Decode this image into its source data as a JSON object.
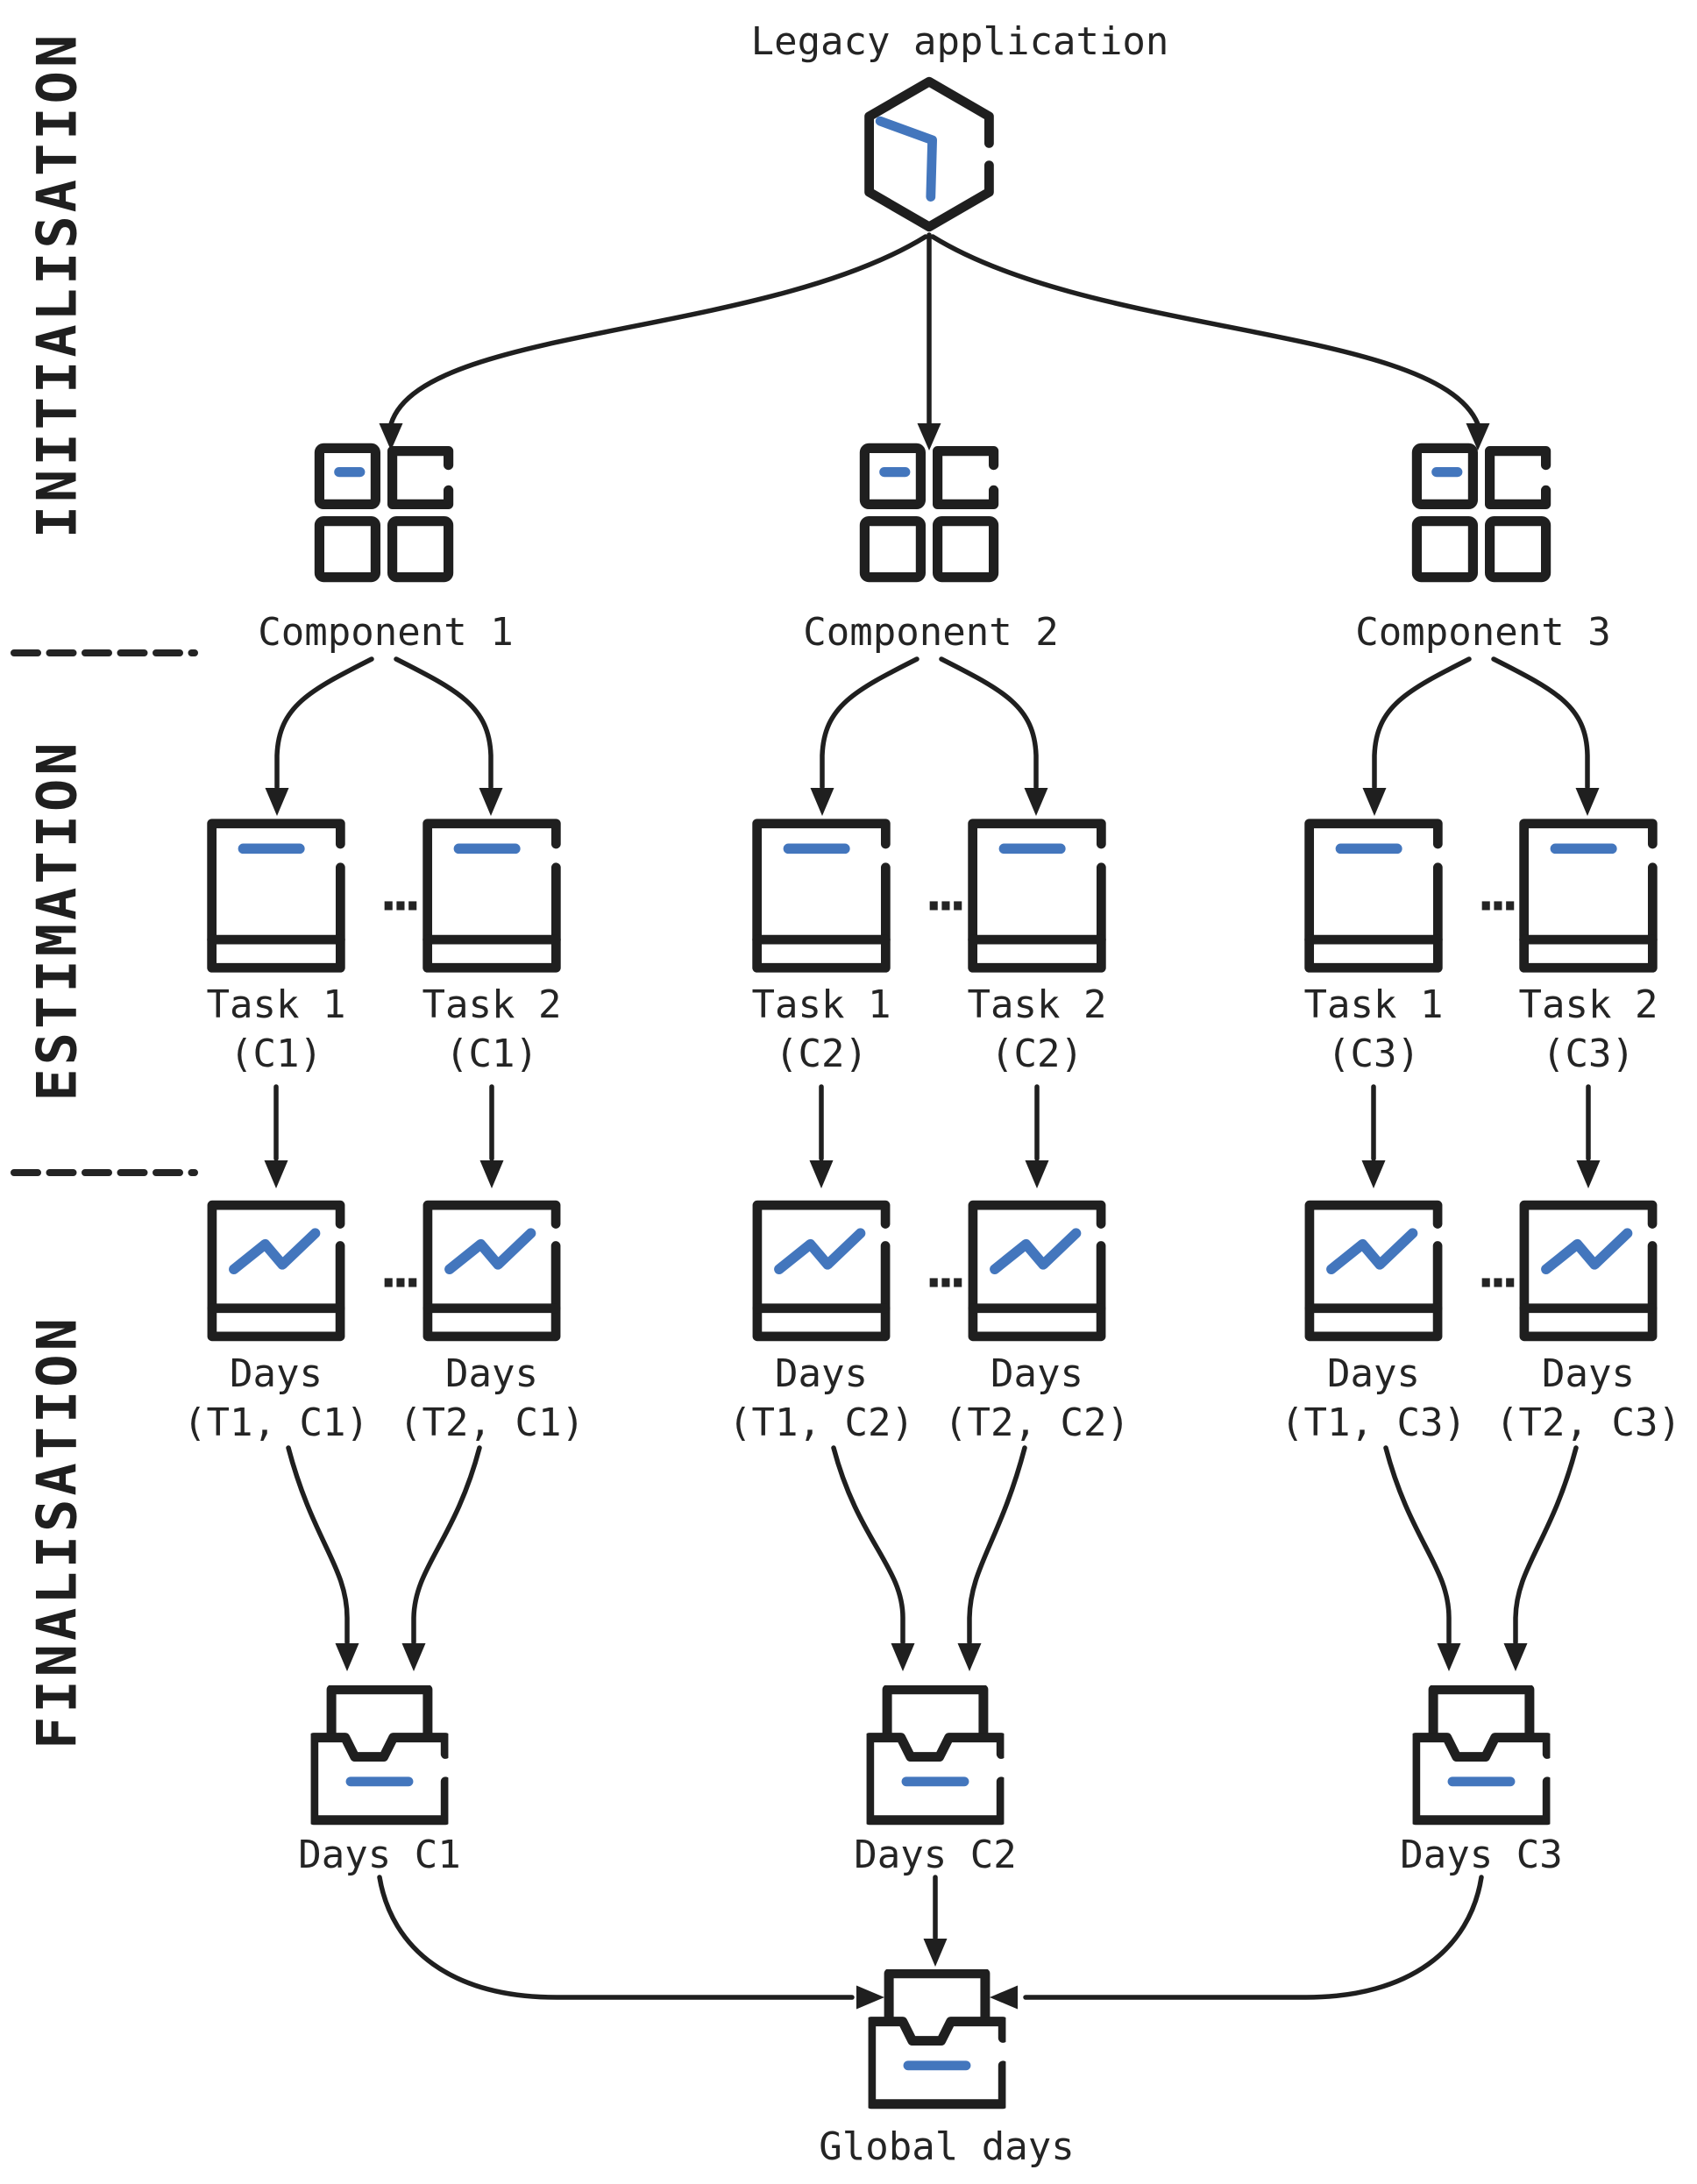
{
  "colors": {
    "stroke": "#1f1f1f",
    "accent": "#4376bd",
    "text": "#242424"
  },
  "phases": [
    {
      "label": "INITIALISATION"
    },
    {
      "label": "ESTIMATION"
    },
    {
      "label": "FINALISATION"
    }
  ],
  "root": {
    "label": "Legacy application",
    "icon": "package-hexagon-icon"
  },
  "ellipsis": "...",
  "columns": [
    {
      "component": {
        "label": "Component 1",
        "icon": "component-grid-icon"
      },
      "tasks": [
        {
          "title": "Task 1",
          "subtitle": "(C1)",
          "icon": "task-card-icon"
        },
        {
          "title": "Task 2",
          "subtitle": "(C1)",
          "icon": "task-card-icon"
        }
      ],
      "days": [
        {
          "title": "Days",
          "subtitle": "(T1, C1)",
          "icon": "days-chart-icon"
        },
        {
          "title": "Days",
          "subtitle": "(T2, C1)",
          "icon": "days-chart-icon"
        }
      ],
      "aggregate": {
        "label": "Days C1",
        "icon": "archive-box-icon"
      }
    },
    {
      "component": {
        "label": "Component 2",
        "icon": "component-grid-icon"
      },
      "tasks": [
        {
          "title": "Task 1",
          "subtitle": "(C2)",
          "icon": "task-card-icon"
        },
        {
          "title": "Task 2",
          "subtitle": "(C2)",
          "icon": "task-card-icon"
        }
      ],
      "days": [
        {
          "title": "Days",
          "subtitle": "(T1, C2)",
          "icon": "days-chart-icon"
        },
        {
          "title": "Days",
          "subtitle": "(T2, C2)",
          "icon": "days-chart-icon"
        }
      ],
      "aggregate": {
        "label": "Days C2",
        "icon": "archive-box-icon"
      }
    },
    {
      "component": {
        "label": "Component 3",
        "icon": "component-grid-icon"
      },
      "tasks": [
        {
          "title": "Task 1",
          "subtitle": "(C3)",
          "icon": "task-card-icon"
        },
        {
          "title": "Task 2",
          "subtitle": "(C3)",
          "icon": "task-card-icon"
        }
      ],
      "days": [
        {
          "title": "Days",
          "subtitle": "(T1, C3)",
          "icon": "days-chart-icon"
        },
        {
          "title": "Days",
          "subtitle": "(T2, C3)",
          "icon": "days-chart-icon"
        }
      ],
      "aggregate": {
        "label": "Days C3",
        "icon": "archive-box-icon"
      }
    }
  ],
  "global": {
    "label": "Global days",
    "icon": "archive-box-icon"
  }
}
